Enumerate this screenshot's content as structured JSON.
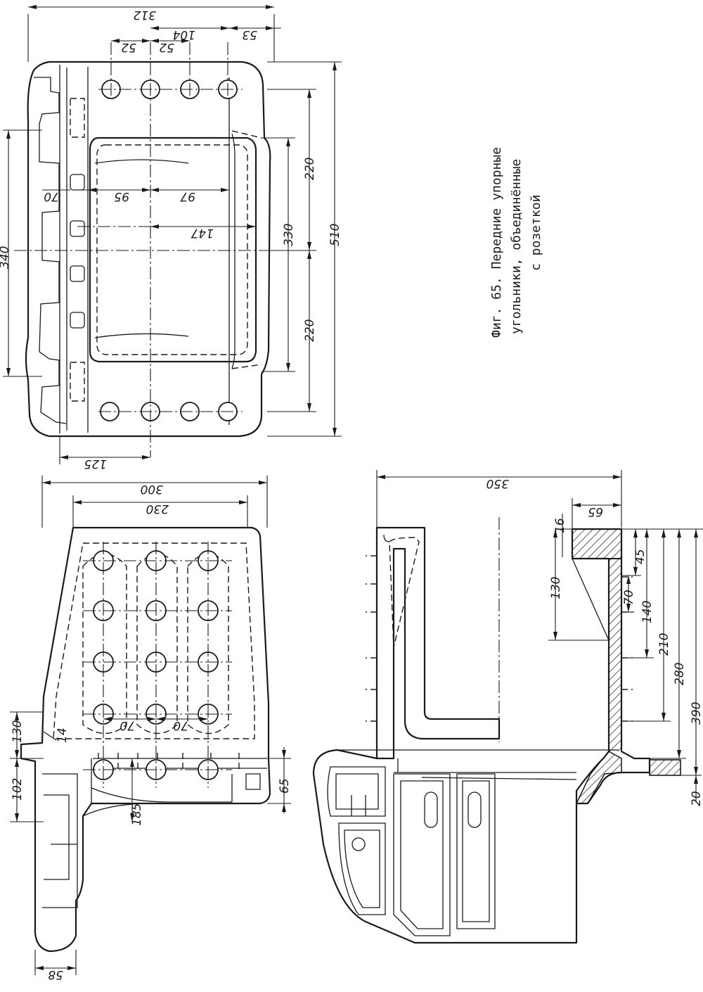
{
  "caption": {
    "line1": "Фиг. 65. Передние упорные",
    "line2": "угольники, объединённые",
    "line3": "с розеткой"
  },
  "dimensions": {
    "top_view": {
      "d312": "312",
      "d53": "53",
      "d104": "104",
      "d52a": "52",
      "d52b": "52",
      "d340": "340",
      "d70": "70",
      "d95": "95",
      "d97": "97",
      "d147": "147",
      "d220a": "220",
      "d220b": "220",
      "d330": "330",
      "d510": "510",
      "d125": "125"
    },
    "side_view": {
      "d300": "300",
      "d230": "230",
      "d130": "130",
      "d14": "14",
      "d70a": "70",
      "d70b": "70",
      "d102": "102",
      "d185": "185",
      "d65": "65",
      "d58": "58"
    },
    "section_view": {
      "d350": "350",
      "d65": "65",
      "d16": "16",
      "d45": "45",
      "d130": "130",
      "d70": "70",
      "d140": "140",
      "d210": "210",
      "d280": "280",
      "d390": "390",
      "d20": "20"
    }
  }
}
